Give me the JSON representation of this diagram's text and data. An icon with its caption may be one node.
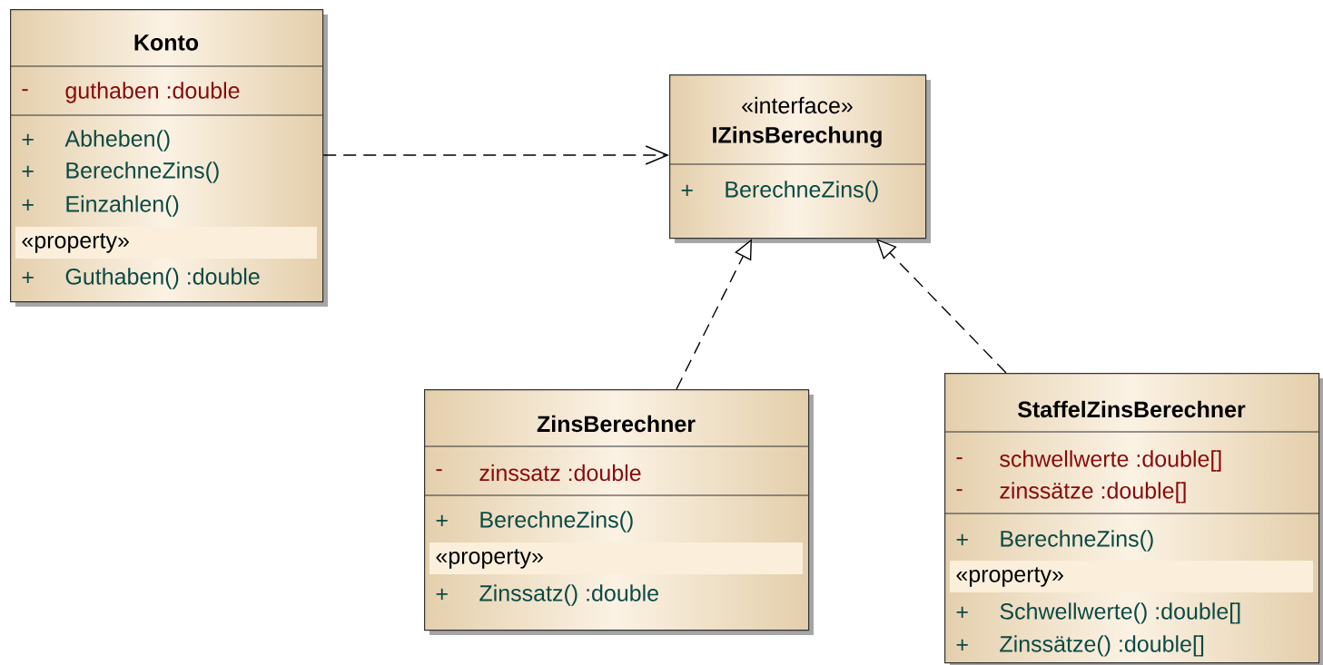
{
  "diagram": {
    "nodes": [
      {
        "text": [
          "Konto",
          "-",
          "guthaben :double",
          "+",
          "Abheben()",
          "+",
          "BerechneZins()",
          "+",
          "Einzahlen()",
          "«property»",
          "+",
          "Guthaben() :double"
        ]
      },
      {
        "text": [
          "«interface»",
          "IZinsBerechung",
          "+",
          "BerechneZins()"
        ]
      },
      {
        "text": [
          "ZinsBerechner",
          "-",
          "zinssatz :double",
          "+",
          "BerechneZins()",
          "«property»",
          "+",
          "Zinssatz() :double"
        ]
      },
      {
        "text": [
          "StaffelZinsBerechner",
          "-",
          "schwellwerte :double[]",
          "-",
          "zinssätze :double[]",
          "+",
          "BerechneZins()",
          "«property»",
          "+",
          "Schwellwerte() :double[]",
          "+",
          "Zinssätze() :double[]"
        ]
      }
    ],
    "edges": [
      {
        "from": 0,
        "to": 1,
        "arrow": "to",
        "style": "dashed"
      },
      {
        "from": 2,
        "to": 1,
        "arrow": "to",
        "style": "dashed"
      },
      {
        "from": 3,
        "to": 1,
        "arrow": "to",
        "style": "dashed"
      }
    ]
  }
}
